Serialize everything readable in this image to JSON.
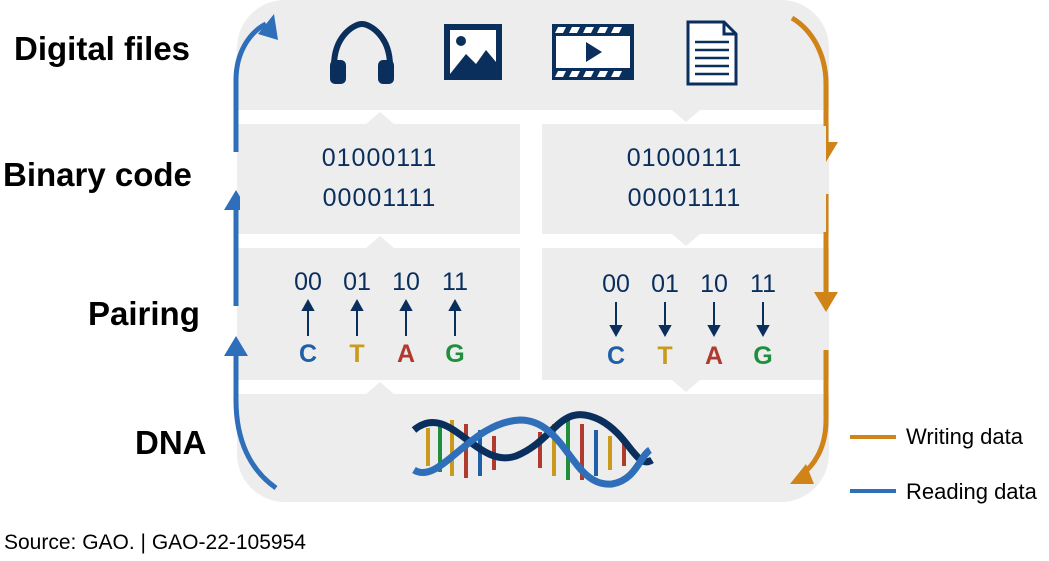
{
  "labels": {
    "digital_files": "Digital files",
    "binary_code": "Binary code",
    "pairing": "Pairing",
    "dna": "DNA"
  },
  "icons": [
    "headphones-icon",
    "image-icon",
    "video-icon",
    "document-icon"
  ],
  "binary": {
    "left": {
      "line1": "01000111",
      "line2": "00001111"
    },
    "right": {
      "line1": "01000111",
      "line2": "00001111"
    }
  },
  "pairing": {
    "pairs": [
      {
        "bits": "00",
        "base": "C",
        "color": "#1f5fa8"
      },
      {
        "bits": "01",
        "base": "T",
        "color": "#c99a1c"
      },
      {
        "bits": "10",
        "base": "A",
        "color": "#b13a2e"
      },
      {
        "bits": "11",
        "base": "G",
        "color": "#1f8f3e"
      }
    ]
  },
  "legend": {
    "writing": {
      "label": "Writing data",
      "color": "#d08316"
    },
    "reading": {
      "label": "Reading data",
      "color": "#2f6fba"
    }
  },
  "source": "Source: GAO.  |  GAO-22-105954"
}
